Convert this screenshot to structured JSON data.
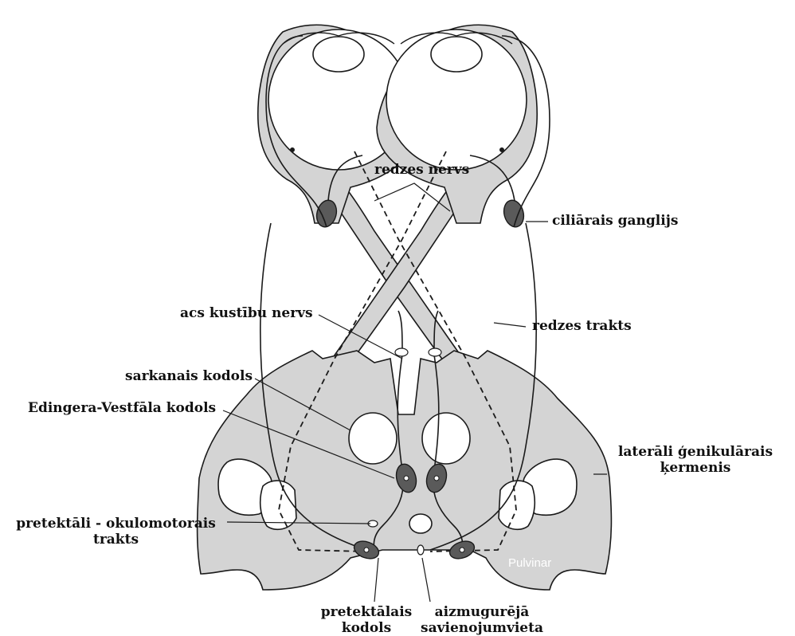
{
  "labels": {
    "optic_nerve": "redzes nervs",
    "ciliary_ganglion": "ciliārais ganglijs",
    "oculomotor_nerve": "acs kustību nervs",
    "optic_tract": "redzes trakts",
    "red_nucleus": "sarkanais kodols",
    "edinger_westphal": "Edingera-Vestfāla kodols",
    "lateral_geniculate_line1": "laterāli ģenikulārais",
    "lateral_geniculate_line2": "ķermenis",
    "pretectal_oculomotor_line1": "pretektāli - okulomotorais",
    "pretectal_oculomotor_line2": "trakts",
    "pulvinar": "Pulvinar",
    "pretectal_nucleus_line1": "pretektālais",
    "pretectal_nucleus_line2": "kodols",
    "posterior_commissure_line1": "aizmugurējā",
    "posterior_commissure_line2": "savienojumvieta"
  },
  "colors": {
    "structure_fill": "#d4d4d4",
    "nucleus_fill": "#5a5a5a",
    "line": "#1a1a1a",
    "white": "#ffffff"
  }
}
